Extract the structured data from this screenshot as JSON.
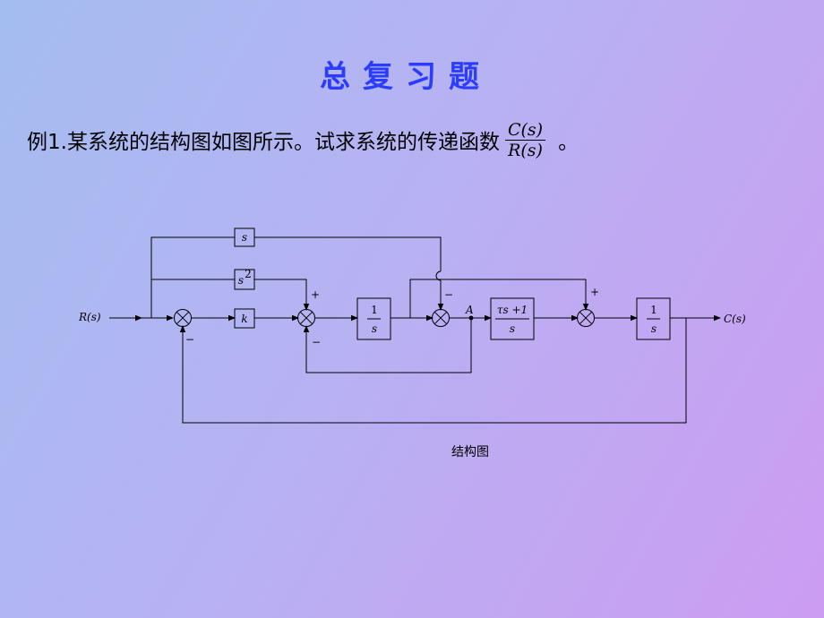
{
  "slide": {
    "title": "总复习题",
    "problem_text": "例1.某系统的结构图如图所示。试求系统的传递函数",
    "fraction": {
      "numerator": "C(s)",
      "denominator": "R(s)"
    },
    "period": "。",
    "caption": "结构图"
  },
  "diagram": {
    "input_label": "R(s)",
    "output_label": "C(s)",
    "node_label": "A",
    "blocks": {
      "s_block": "s",
      "s2_base": "s",
      "s2_exp": "2",
      "k_block": "k",
      "integrator1_num": "1",
      "integrator1_den": "s",
      "lead_num": "τs +1",
      "lead_den": "s",
      "integrator2_num": "1",
      "integrator2_den": "s"
    },
    "signs": {
      "sum1_bottom": "−",
      "sum2_top": "+",
      "sum2_bottom": "−",
      "sum3_top": "−",
      "sum4_top": "+"
    }
  }
}
